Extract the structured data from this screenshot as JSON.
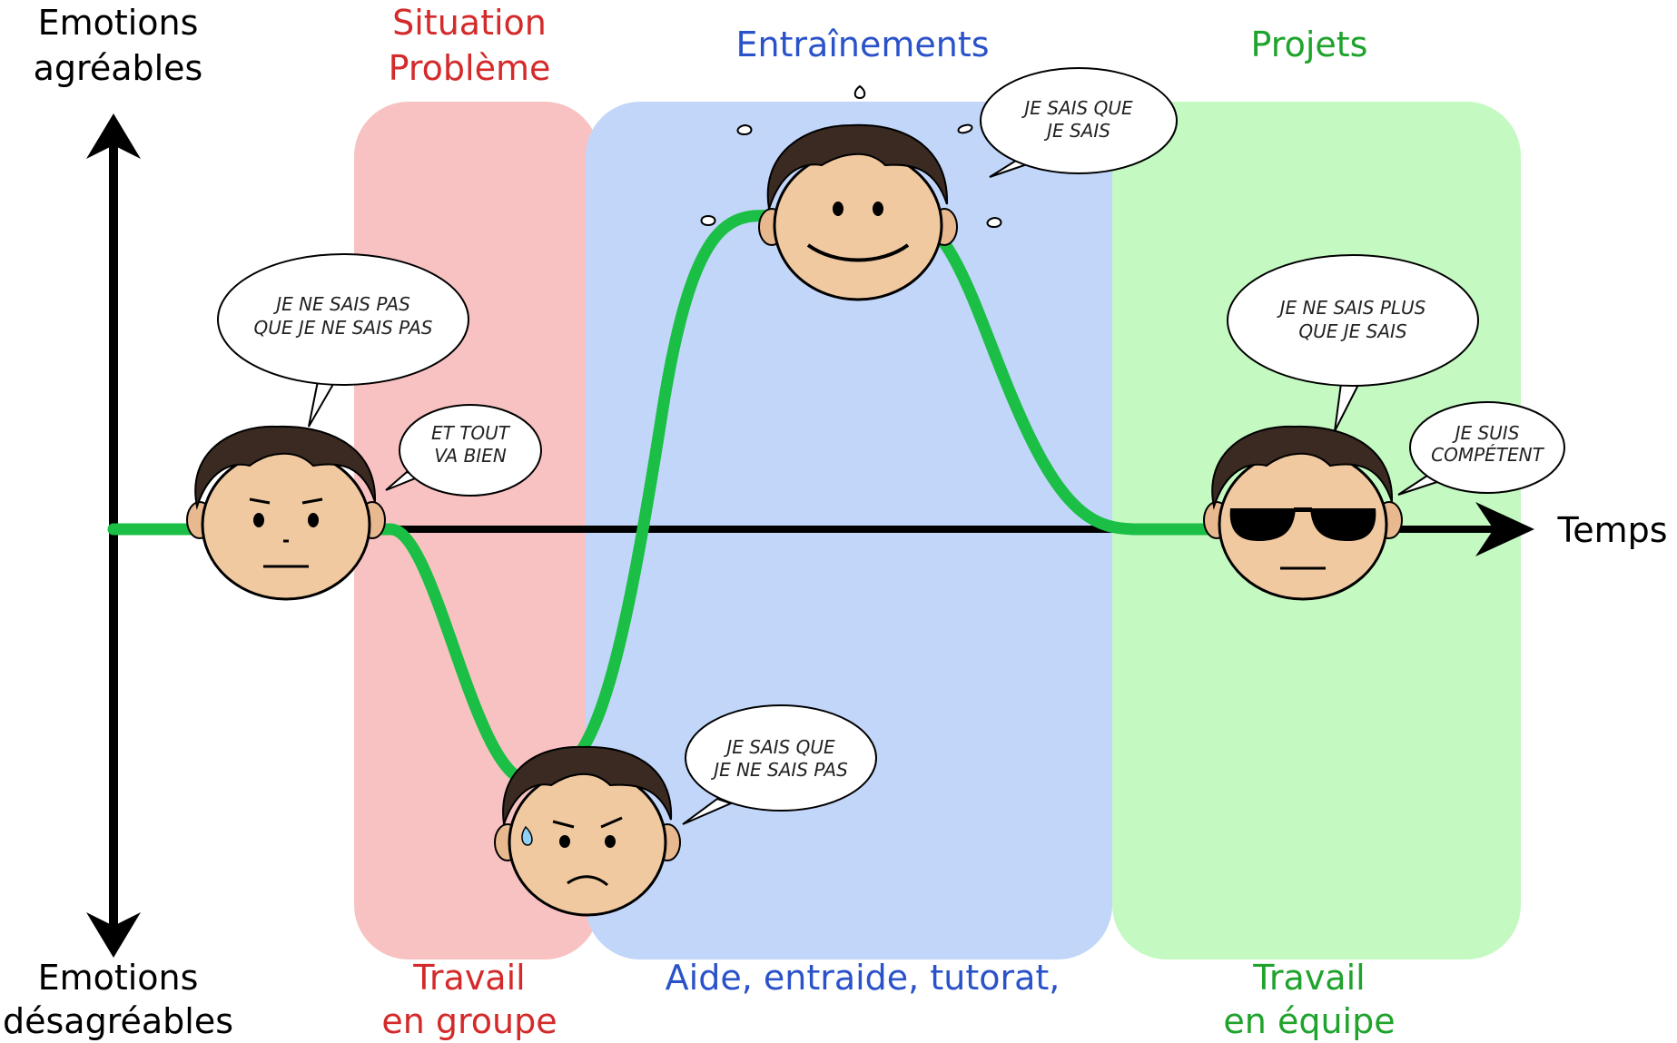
{
  "axes": {
    "y_top": [
      "Emotions",
      "agréables"
    ],
    "y_bottom": [
      "Emotions",
      "désagréables"
    ],
    "x_label": "Temps"
  },
  "phases": [
    {
      "top": [
        "Situation",
        "Problème"
      ],
      "bottom": [
        "Travail",
        "en groupe"
      ],
      "color": "#d42a2a",
      "band": "#f9c2c2"
    },
    {
      "top": [
        "Entraînements"
      ],
      "bottom": [
        "Aide, entraide, tutorat,"
      ],
      "color": "#2a52c9",
      "band": "#c2d6fa"
    },
    {
      "top": [
        "Projets"
      ],
      "bottom": [
        "Travail",
        "en équipe"
      ],
      "color": "#1fa32c",
      "band": "#c4f9c2"
    }
  ],
  "bubbles": [
    {
      "lines": [
        "JE NE SAIS PAS",
        "QUE JE NE SAIS PAS"
      ]
    },
    {
      "lines": [
        "ET TOUT",
        "VA BIEN"
      ]
    },
    {
      "lines": [
        "JE SAIS QUE",
        "JE NE SAIS PAS"
      ]
    },
    {
      "lines": [
        "JE SAIS QUE",
        "JE SAIS"
      ]
    },
    {
      "lines": [
        "JE NE SAIS PLUS",
        "QUE JE SAIS"
      ]
    },
    {
      "lines": [
        "JE SUIS",
        "COMPÉTENT"
      ]
    }
  ],
  "curve_color": "#1cbf45",
  "axis_color": "#000000"
}
